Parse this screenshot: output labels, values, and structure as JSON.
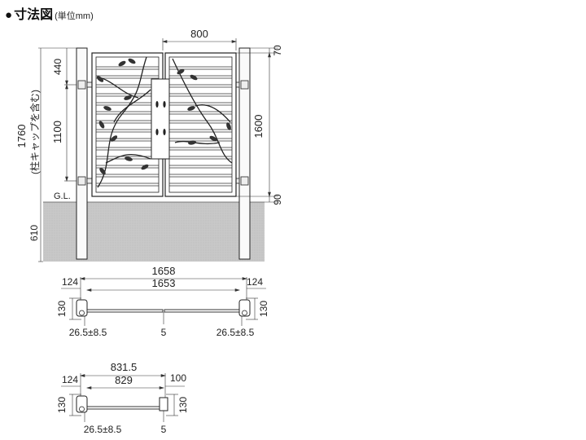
{
  "header": {
    "bullet": "●",
    "title": "寸法図",
    "unit": "(単位mm)"
  },
  "elevation": {
    "total_height": "1760",
    "total_height_note": "(柱キャップを含む)",
    "upper_gap": "440",
    "hinge_span": "1100",
    "below_grade": "610",
    "ground_label": "G.L.",
    "door_width": "800",
    "top_offset": "70",
    "door_height": "1600",
    "bottom_clearance": "90"
  },
  "plan_double": {
    "overall": "1658",
    "inner": "1653",
    "post_left": "124",
    "post_right": "124",
    "depth_left": "130",
    "depth_right": "130",
    "offset_left": "26.5±8.5",
    "offset_right": "26.5±8.5",
    "center_gap": "5"
  },
  "plan_single": {
    "overall": "831.5",
    "inner": "829",
    "post_left": "124",
    "post_right": "100",
    "depth_left": "130",
    "depth_right": "130",
    "offset_left": "26.5±8.5",
    "gap": "5"
  }
}
